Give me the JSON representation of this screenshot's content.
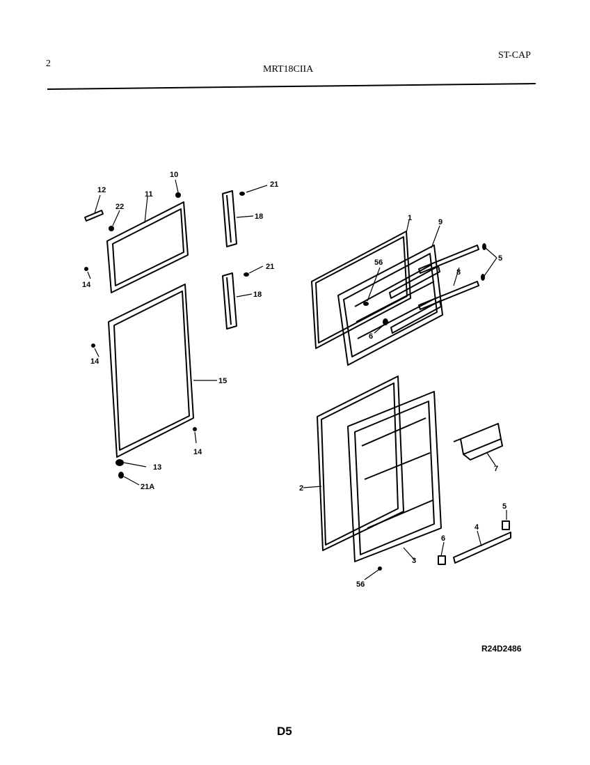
{
  "header": {
    "page_number": "2",
    "model": "MRT18CIIA",
    "code": "ST-CAP"
  },
  "labels": {
    "p12": "12",
    "p22": "22",
    "p11": "11",
    "p10": "10",
    "p14a": "14",
    "p14b": "14",
    "p14c": "14",
    "p15": "15",
    "p13": "13",
    "p21A": "21A",
    "p21a": "21",
    "p18a": "18",
    "p21b": "21",
    "p18b": "18",
    "p1": "1",
    "p9": "9",
    "p56a": "56",
    "p6a": "6",
    "p8": "8",
    "p5a": "5",
    "p2": "2",
    "p3": "3",
    "p56b": "56",
    "p7": "7",
    "p5b": "5",
    "p4": "4",
    "p6b": "6"
  },
  "footer": {
    "drawing_number": "R24D2486",
    "page_code": "D5"
  }
}
